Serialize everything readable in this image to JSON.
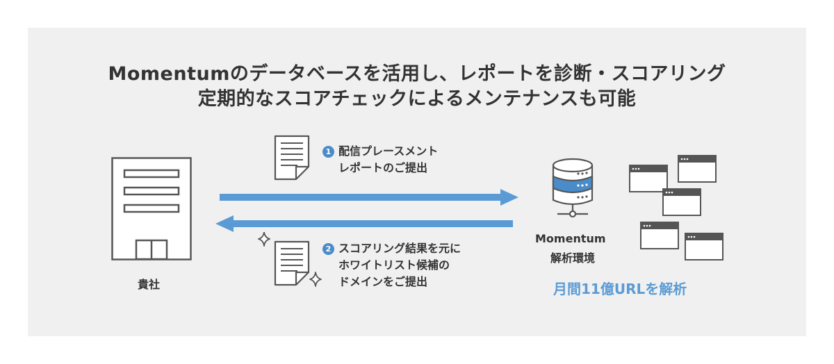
{
  "headline": {
    "line1": "Momentumのデータベースを活用し、レポートを診断・スコアリング",
    "line2": "定期的なスコアチェックによるメンテナンスも可能"
  },
  "client": {
    "label": "貴社"
  },
  "step1": {
    "number": "1",
    "line1": "配信プレースメント",
    "line2": "レポートのご提出"
  },
  "step2": {
    "number": "2",
    "line1": "スコアリング結果を元に",
    "line2": "ホワイトリスト候補の",
    "line3": "ドメインをご提出"
  },
  "server": {
    "name": "Momentum",
    "sub": "解析環境"
  },
  "stat": "月間11億URLを解析",
  "colors": {
    "arrow": "#5b9bd5",
    "accent": "#4a8cc9",
    "panel": "#f0f0f0",
    "text": "#333333"
  }
}
